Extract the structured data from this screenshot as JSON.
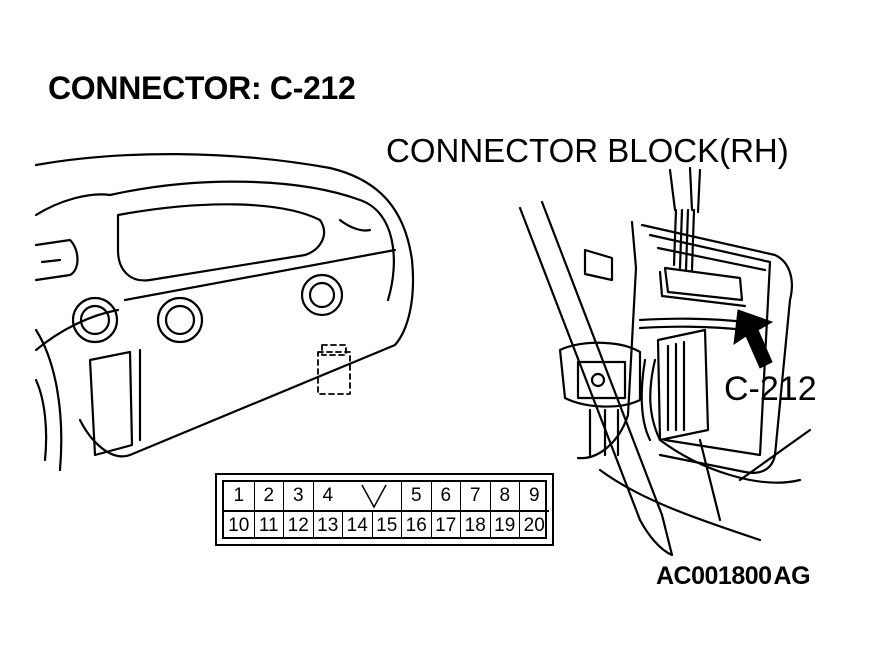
{
  "title": "CONNECTOR: C-212",
  "connector_block_label": "CONNECTOR BLOCK(RH)",
  "callout_label": "C-212",
  "figure_id": "AC001800",
  "figure_suffix": "AG",
  "pins": {
    "top_left": [
      "1",
      "2",
      "3",
      "4"
    ],
    "top_right": [
      "5",
      "6",
      "7",
      "8",
      "9"
    ],
    "bottom": [
      "10",
      "11",
      "12",
      "13",
      "14",
      "15",
      "16",
      "17",
      "18",
      "19",
      "20"
    ]
  }
}
